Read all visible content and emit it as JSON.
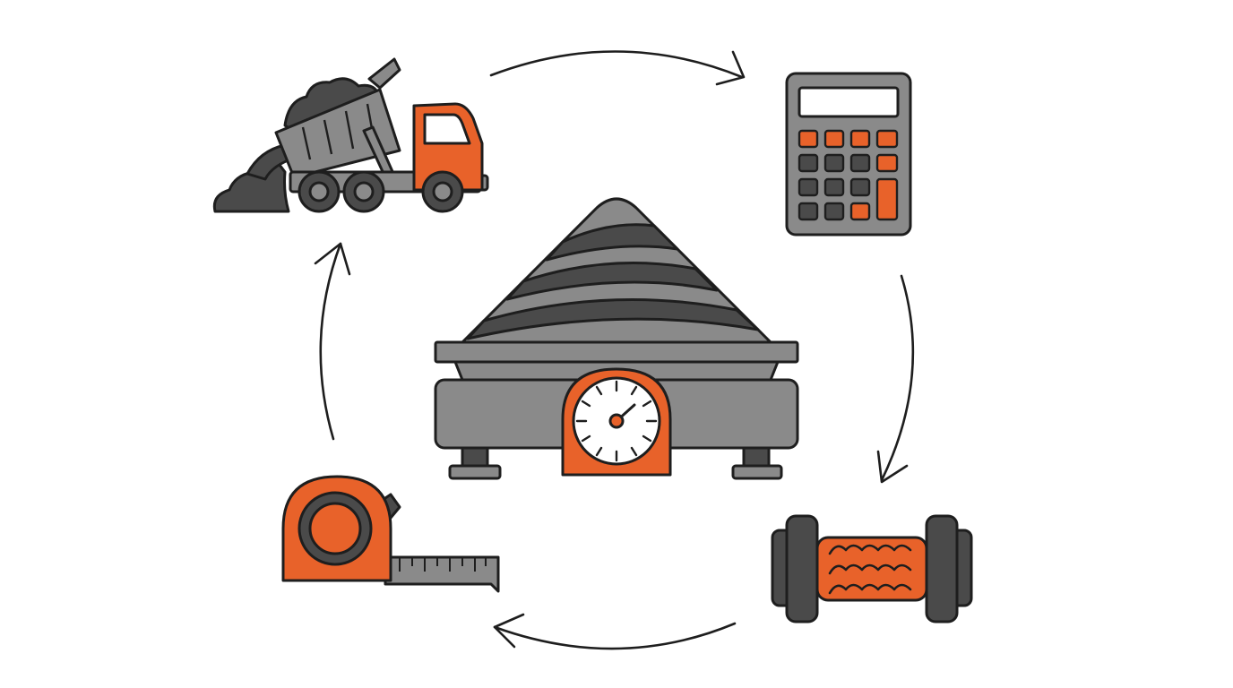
{
  "diagram": {
    "type": "cycle",
    "nodes": [
      {
        "id": "dump-truck",
        "icon": "dump-truck-icon"
      },
      {
        "id": "calculator",
        "icon": "calculator-icon"
      },
      {
        "id": "spring-roller",
        "icon": "spring-roller-icon"
      },
      {
        "id": "tape-measure",
        "icon": "tape-measure-icon"
      }
    ],
    "center": {
      "id": "scale",
      "icon": "scale-with-pile-icon"
    },
    "edges": [
      {
        "from": "dump-truck",
        "to": "calculator"
      },
      {
        "from": "calculator",
        "to": "spring-roller"
      },
      {
        "from": "spring-roller",
        "to": "tape-measure"
      },
      {
        "from": "tape-measure",
        "to": "dump-truck"
      }
    ]
  },
  "colors": {
    "accent": "#e8622a",
    "gray": "#8a8a8a",
    "dark": "#4a4a4a",
    "outline": "#1e1e1e",
    "background": "#ffffff"
  }
}
